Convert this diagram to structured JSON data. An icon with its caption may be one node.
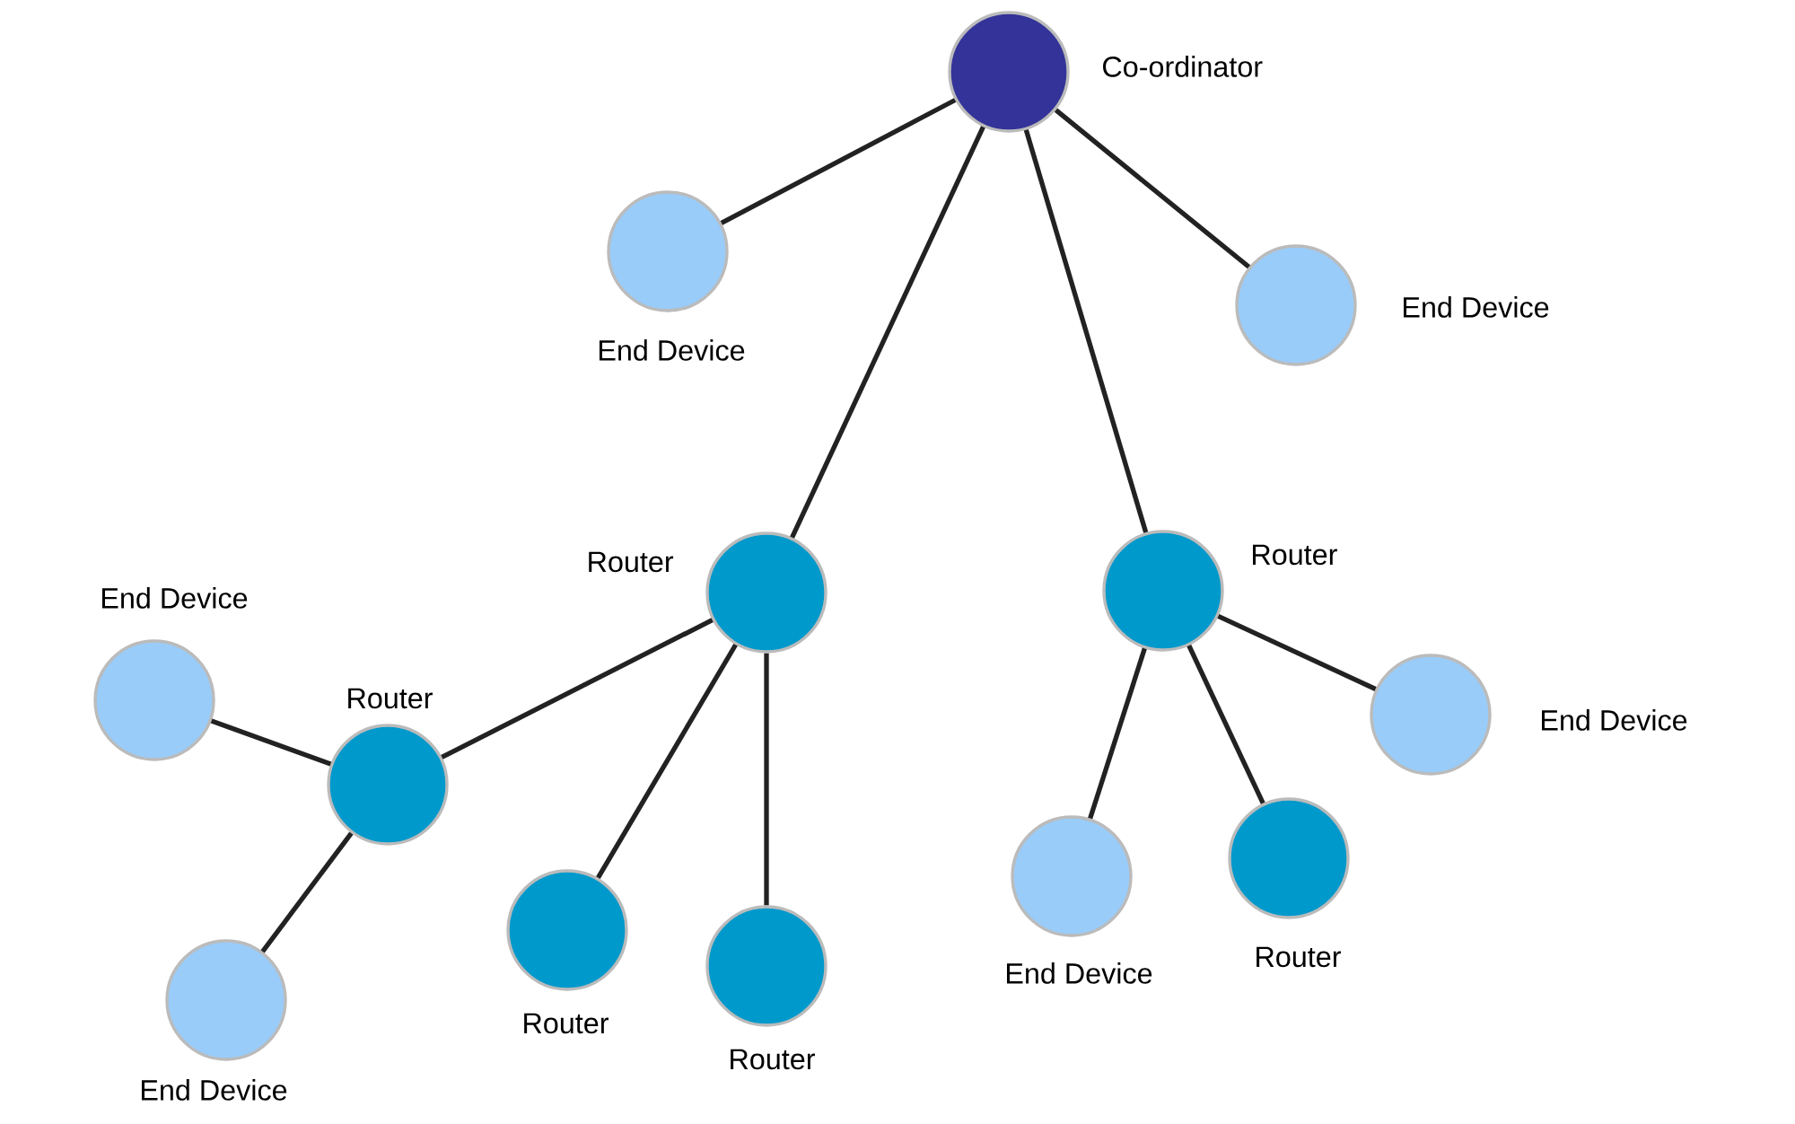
{
  "diagram": {
    "nodes": [
      {
        "text": [],
        "shape": "circle",
        "beside": [
          "Co-ordinator"
        ]
      },
      {
        "text": [],
        "shape": "circle",
        "beside": [
          "End Device"
        ]
      },
      {
        "text": [],
        "shape": "circle",
        "beside": [
          "End Device"
        ]
      },
      {
        "text": [],
        "shape": "circle",
        "beside": [
          "Router"
        ]
      },
      {
        "text": [],
        "shape": "circle",
        "beside": [
          "Router"
        ]
      },
      {
        "text": [],
        "shape": "circle",
        "beside": [
          "End Device"
        ]
      },
      {
        "text": [],
        "shape": "circle",
        "beside": [
          "Router"
        ]
      },
      {
        "text": [],
        "shape": "circle",
        "beside": [
          "Router"
        ]
      },
      {
        "text": [],
        "shape": "circle",
        "beside": [
          "Router"
        ]
      },
      {
        "text": [],
        "shape": "circle",
        "beside": [
          "End Device"
        ]
      },
      {
        "text": [],
        "shape": "circle",
        "beside": [
          "Router"
        ]
      },
      {
        "text": [],
        "shape": "circle",
        "beside": [
          "End Device"
        ]
      },
      {
        "text": [],
        "shape": "circle",
        "beside": [
          "End Device"
        ]
      }
    ],
    "edges": [
      {
        "from": 0,
        "to": 1,
        "arrow": "none"
      },
      {
        "from": 0,
        "to": 2,
        "arrow": "none"
      },
      {
        "from": 0,
        "to": 3,
        "arrow": "none"
      },
      {
        "from": 0,
        "to": 4,
        "arrow": "none"
      },
      {
        "from": 3,
        "to": 6,
        "arrow": "none"
      },
      {
        "from": 3,
        "to": 7,
        "arrow": "none"
      },
      {
        "from": 3,
        "to": 8,
        "arrow": "none"
      },
      {
        "from": 6,
        "to": 5,
        "arrow": "none"
      },
      {
        "from": 6,
        "to": 12,
        "arrow": "none"
      },
      {
        "from": 4,
        "to": 9,
        "arrow": "none"
      },
      {
        "from": 4,
        "to": 10,
        "arrow": "none"
      },
      {
        "from": 4,
        "to": 11,
        "arrow": "none"
      }
    ]
  }
}
